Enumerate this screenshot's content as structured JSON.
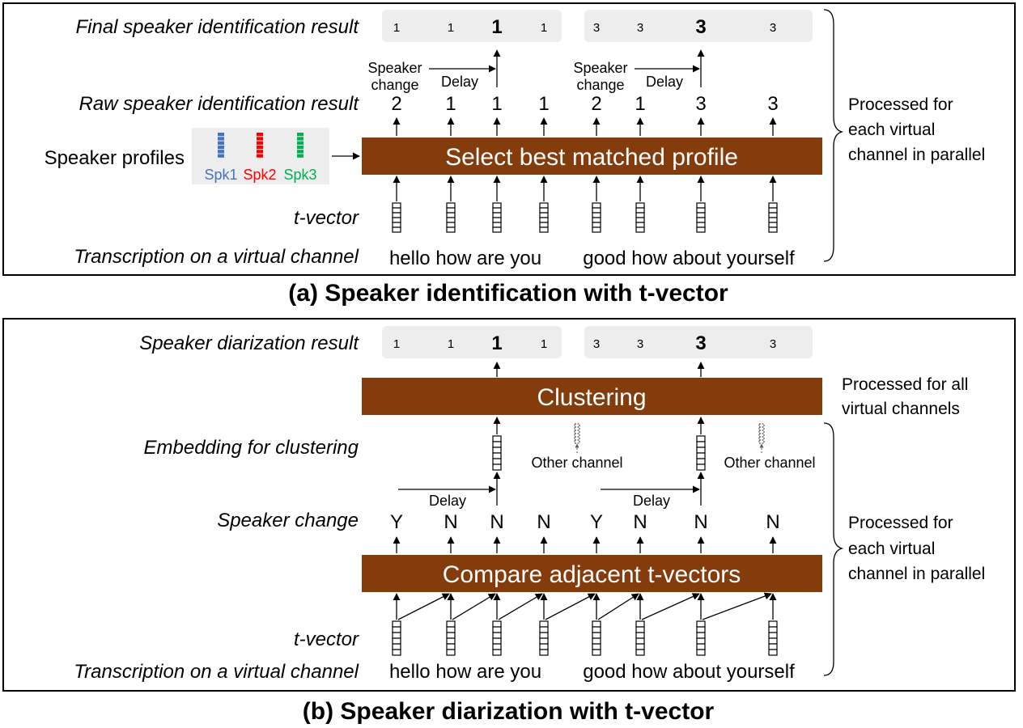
{
  "colors": {
    "process_box": "#843c0c",
    "result_bg": "#ededed",
    "spk1": "#4472c4",
    "spk2": "#ff0000",
    "spk3": "#00b050"
  },
  "panel_a": {
    "caption": "(a) Speaker identification with t-vector",
    "labels": {
      "final": "Final speaker identification result",
      "raw": "Raw speaker identification result",
      "profiles": "Speaker profiles",
      "tvector": "t-vector",
      "transcription": "Transcription on a virtual channel"
    },
    "final_result": [
      "1",
      "1",
      "1",
      "1",
      "3",
      "3",
      "3",
      "3"
    ],
    "raw_result": [
      "2",
      "1",
      "1",
      "1",
      "2",
      "1",
      "3",
      "3"
    ],
    "speaker_change_label": "Speaker change",
    "delay_label": "Delay",
    "box_label": "Select best matched profile",
    "profiles": [
      {
        "name": "Spk1",
        "color": "#4472c4"
      },
      {
        "name": "Spk2",
        "color": "#ff0000"
      },
      {
        "name": "Spk3",
        "color": "#00b050"
      }
    ],
    "transcript_1": "hello how are you",
    "transcript_2": "good how about yourself",
    "side_note": "Processed for each virtual channel in parallel"
  },
  "panel_b": {
    "caption": "(b) Speaker diarization with t-vector",
    "labels": {
      "result": "Speaker diarization result",
      "embedding": "Embedding for clustering",
      "change": "Speaker change",
      "tvector": "t-vector",
      "transcription": "Transcription on a virtual channel"
    },
    "diar_result": [
      "1",
      "1",
      "1",
      "1",
      "3",
      "3",
      "3",
      "3"
    ],
    "cluster_label": "Clustering",
    "other_channel": "Other channel",
    "delay_label": "Delay",
    "change_values": [
      "Y",
      "N",
      "N",
      "N",
      "Y",
      "N",
      "N",
      "N"
    ],
    "compare_label": "Compare adjacent t-vectors",
    "transcript_1": "hello how are you",
    "transcript_2": "good how about yourself",
    "side_note_all": "Processed for all virtual channels",
    "side_note_each": "Processed for each virtual channel in parallel"
  }
}
